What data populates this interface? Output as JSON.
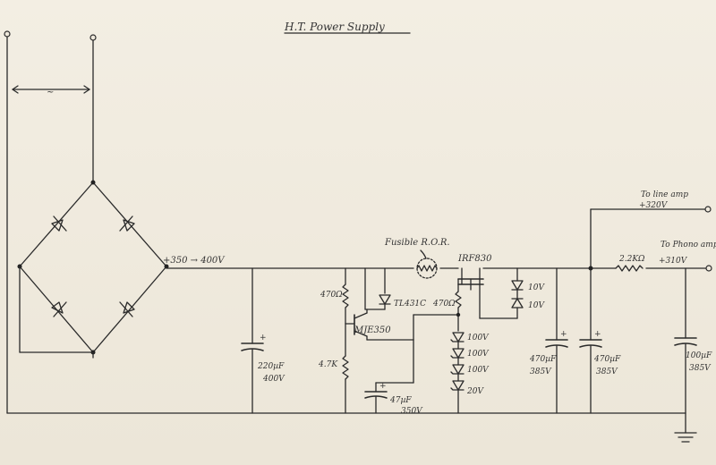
{
  "title": "H.T. Power Supply",
  "ac_symbol": "~",
  "bridge_out": "+350 → 400V",
  "fusible_label": "Fusible R.O.R.",
  "mosfet": "IRF830",
  "mosfet_gate_r": "470Ω",
  "zener_10a": "10V",
  "zener_10b": "10V",
  "zener_100a": "100V",
  "zener_100b": "100V",
  "zener_100c": "100V",
  "zener_20": "20V",
  "r470_left": "470Ω",
  "tl431": "TL431C",
  "mje": "MJE350",
  "r47k": "4.7K",
  "c47": "47µF",
  "c47v": "350V",
  "c220": "220µF",
  "c220v": "400V",
  "c470a": "470µF",
  "c470av": "385V",
  "c470b": "470µF",
  "c470bv": "385V",
  "to_line": "To line amp",
  "to_line_v": "+320V",
  "to_phono": "To Phono amp",
  "to_phono_v": "+310V",
  "r22k": "2.2KΩ",
  "c100": "100µF",
  "c100v": "385V",
  "polarity_plus": "+"
}
